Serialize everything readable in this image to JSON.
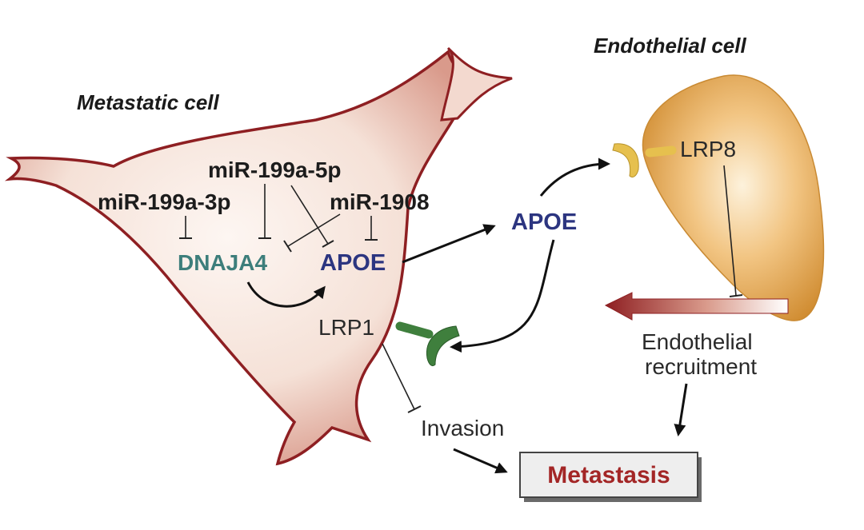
{
  "titles": {
    "metastatic": "Metastatic cell",
    "endothelial": "Endothelial cell"
  },
  "mirnas": {
    "mir3p": "miR-199a-3p",
    "mir5p": "miR-199a-5p",
    "mir1908": "miR-1908"
  },
  "genes": {
    "dnaja4": "DNAJA4",
    "apoe_inside": "APOE",
    "apoe_outside": "APOE"
  },
  "receptors": {
    "lrp1": "LRP1",
    "lrp8": "LRP8"
  },
  "outcomes": {
    "invasion": "Invasion",
    "endothelial_line1": "Endothelial",
    "endothelial_line2": "recruitment",
    "metastasis": "Metastasis"
  },
  "colors": {
    "metastatic_cell_outline": "#8e1f22",
    "metastatic_cell_fill": "#f3d9cf",
    "endothelial_cell_fill": "#e3a24a",
    "dnaja4_text": "#3d7e7b",
    "apoe_text": "#2c3580",
    "metastasis_text": "#a32626",
    "lrp1_receptor": "#3f7f3d",
    "lrp8_receptor": "#e6c04e"
  }
}
